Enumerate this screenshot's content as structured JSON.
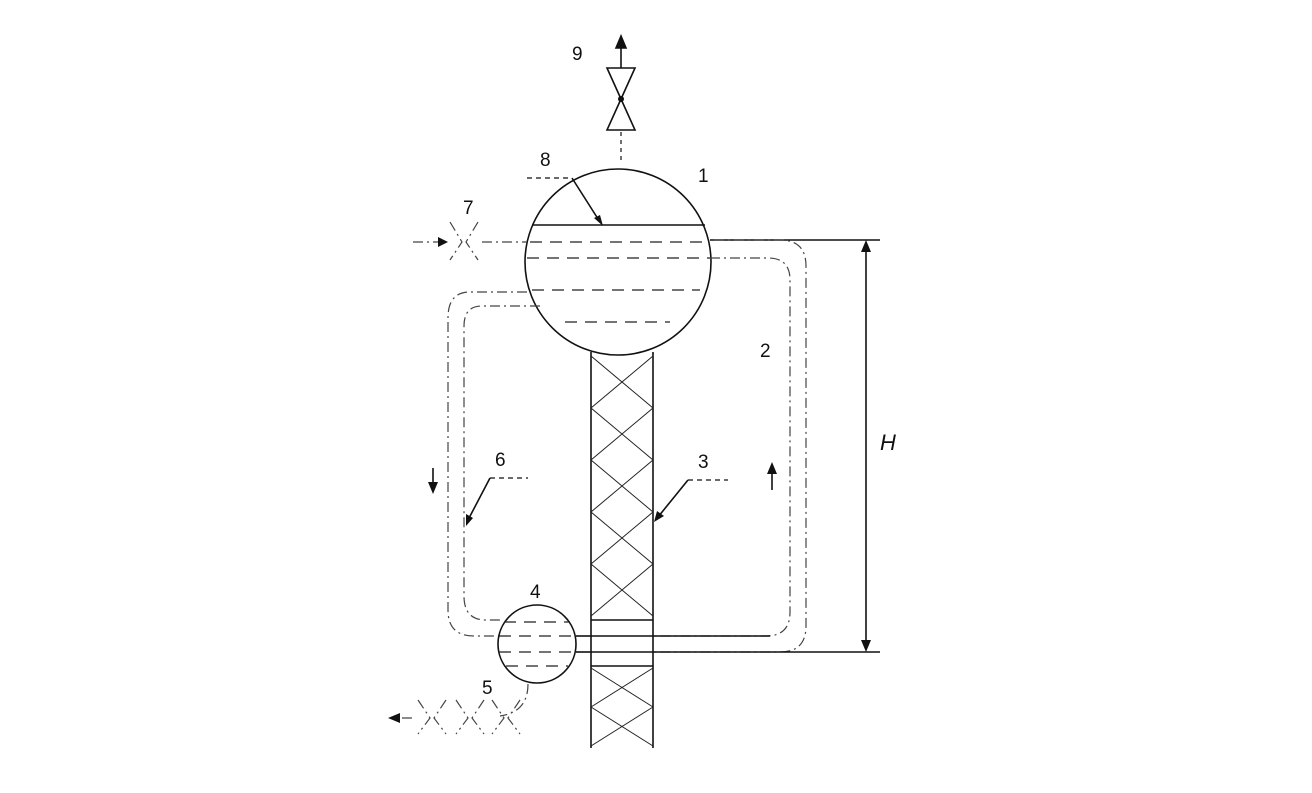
{
  "labels": {
    "boiler_drum": "1",
    "riser_pipe": "2",
    "heating_tube": "3",
    "lower_header": "4",
    "blowdown": "5",
    "downcomer": "6",
    "feedwater_inlet": "7",
    "water_level": "8",
    "steam_outlet": "9",
    "height": "H"
  }
}
